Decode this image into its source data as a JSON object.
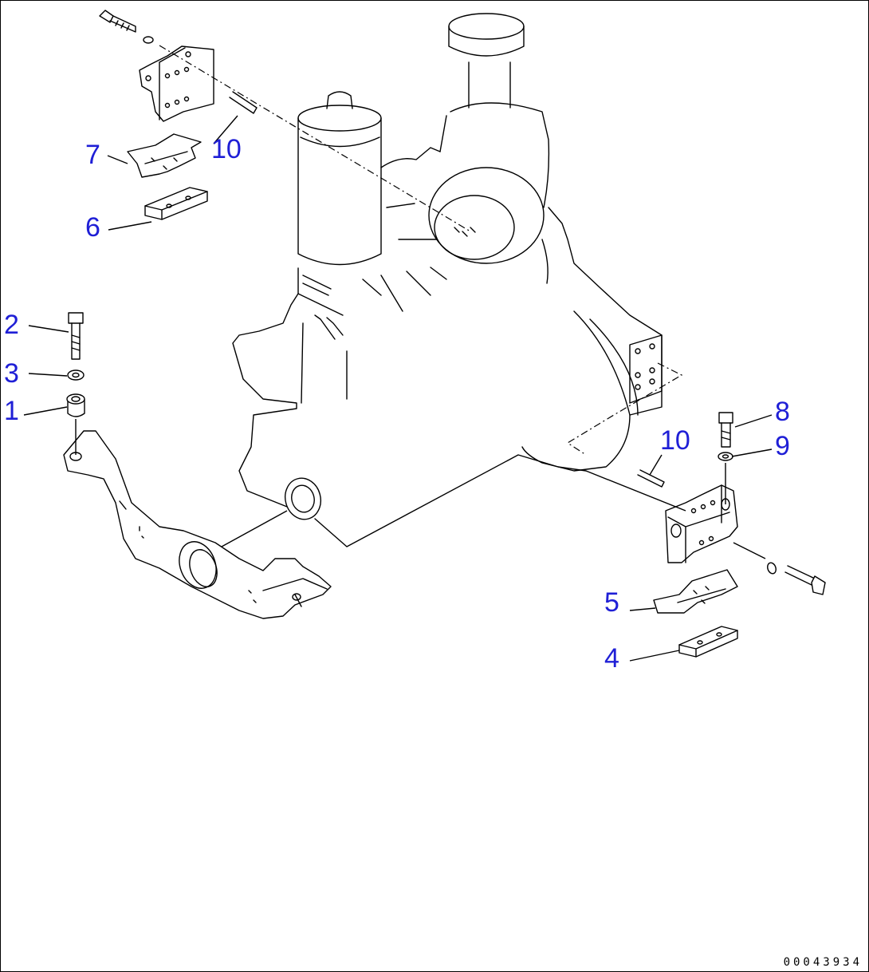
{
  "drawing_id": "00043934",
  "callouts": {
    "c1": "1",
    "c2": "2",
    "c3": "3",
    "c4": "4",
    "c5": "5",
    "c6": "6",
    "c7": "7",
    "c8": "8",
    "c9": "9",
    "c10a": "10",
    "c10b": "10"
  },
  "colors": {
    "callout": "#1f1fd6",
    "line": "#000000",
    "background": "#ffffff"
  }
}
